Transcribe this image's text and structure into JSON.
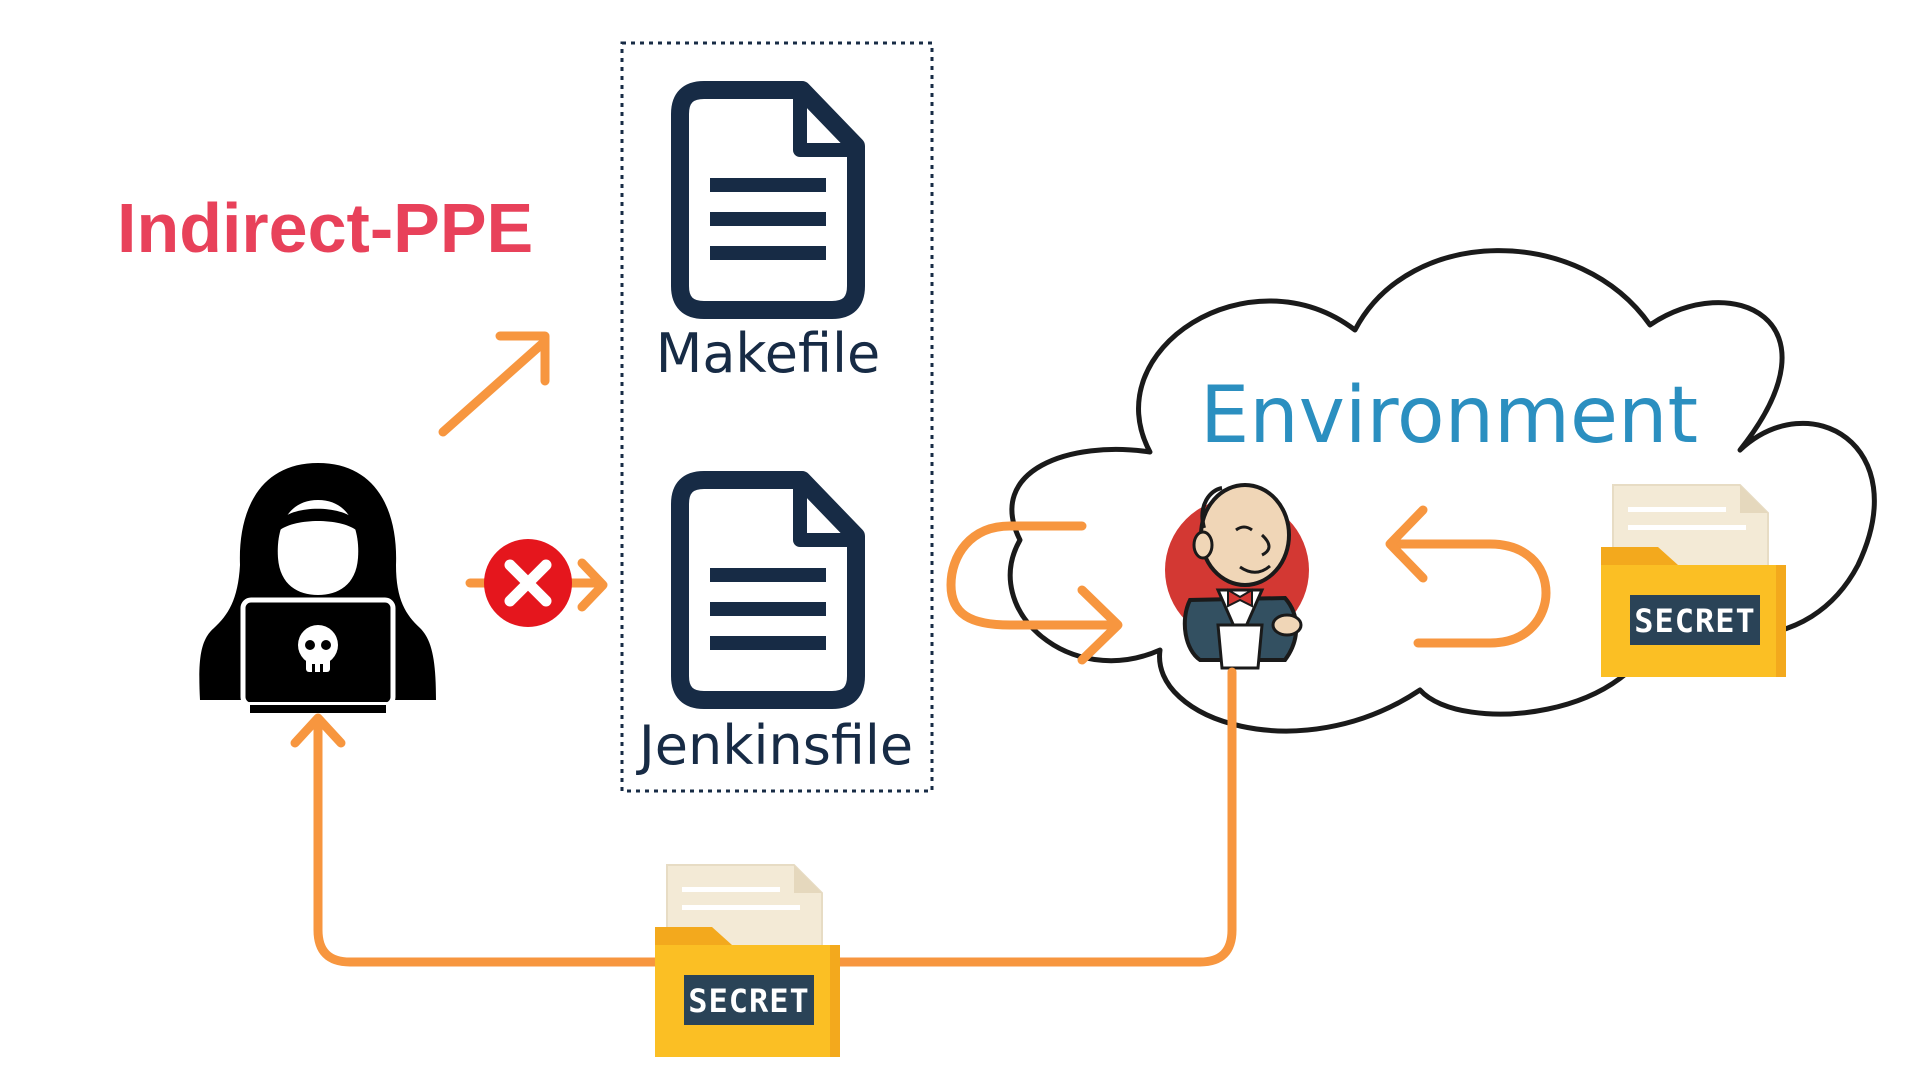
{
  "title": "Indirect-PPE",
  "files": {
    "makefile_label": "Makefile",
    "jenkinsfile_label": "Jenkinsfile"
  },
  "environment": {
    "label": "Environment"
  },
  "secret_label": "SECRET",
  "icons": {
    "attacker": "hooded-hacker-laptop-icon",
    "blocked": "red-x-circle-icon",
    "document": "document-icon",
    "jenkins": "jenkins-butler-icon",
    "secret_folder": "secret-folder-icon"
  },
  "colors": {
    "title": "#e8415a",
    "arrow": "#f7963f",
    "doc_icon": "#172b45",
    "environment_label": "#2b8fc0",
    "blocked": "#e5161d",
    "folder": "#fbbf24",
    "folder_tab": "#f3a91d",
    "secret_badge": "#2a4357"
  }
}
